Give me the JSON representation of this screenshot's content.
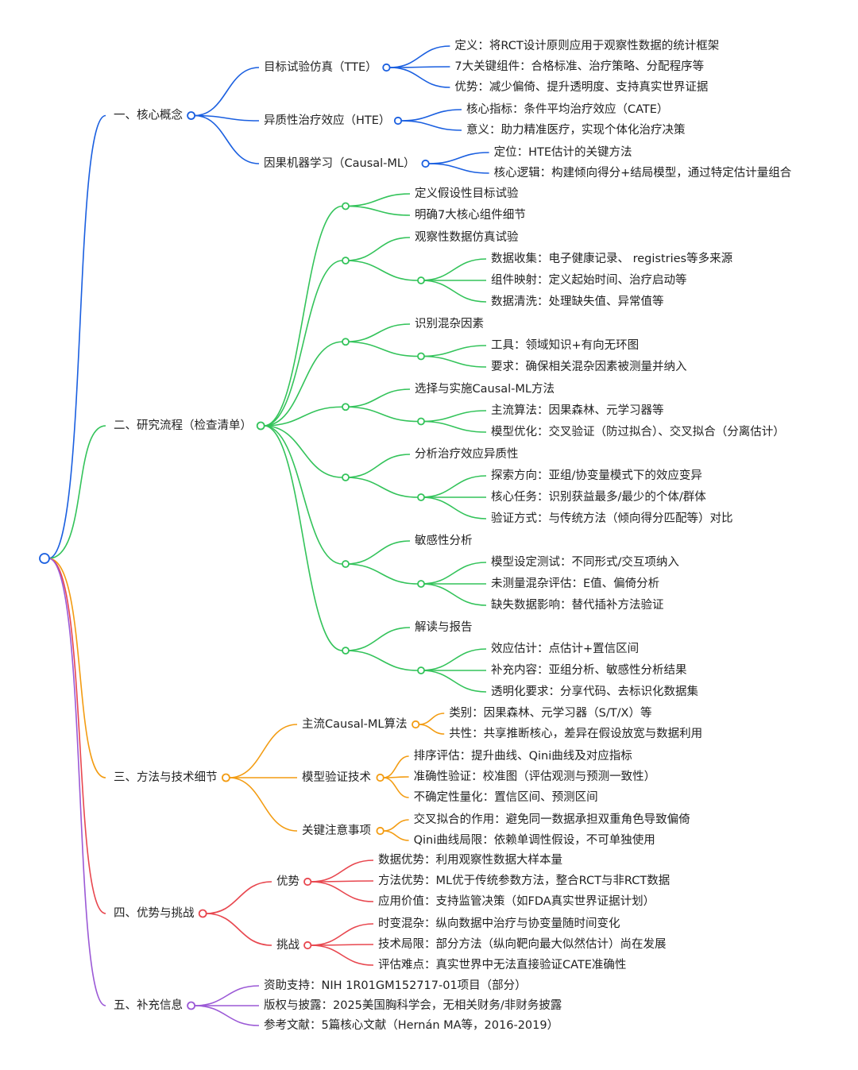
{
  "mindmap": {
    "branches": [
      {
        "label": "一、核心概念",
        "color": "#1a5fe0",
        "children": [
          {
            "label": "目标试验仿真（TTE）",
            "children": [
              {
                "label": "定义：将RCT设计原则应用于观察性数据的统计框架"
              },
              {
                "label": "7大关键组件：合格标准、治疗策略、分配程序等"
              },
              {
                "label": "优势：减少偏倚、提升透明度、支持真实世界证据"
              }
            ]
          },
          {
            "label": "异质性治疗效应（HTE）",
            "children": [
              {
                "label": "核心指标：条件平均治疗效应（CATE）"
              },
              {
                "label": "意义：助力精准医疗，实现个体化治疗决策"
              }
            ]
          },
          {
            "label": "因果机器学习（Causal-ML）",
            "children": [
              {
                "label": "定位：HTE估计的关键方法"
              },
              {
                "label": "核心逻辑：构建倾向得分+结局模型，通过特定估计量组合"
              }
            ]
          }
        ]
      },
      {
        "label": "二、研究流程（检查清单）",
        "color": "#33c35a",
        "children": [
          {
            "label": "",
            "children": [
              {
                "label": "定义假设性目标试验"
              },
              {
                "label": "明确7大核心组件细节"
              }
            ]
          },
          {
            "label": "",
            "children": [
              {
                "label": "观察性数据仿真试验"
              },
              {
                "label": "",
                "children": [
                  {
                    "label": "数据收集：电子健康记录、 registries等多来源"
                  },
                  {
                    "label": "组件映射：定义起始时间、治疗启动等"
                  },
                  {
                    "label": "数据清洗：处理缺失值、异常值等"
                  }
                ]
              }
            ]
          },
          {
            "label": "",
            "children": [
              {
                "label": "识别混杂因素"
              },
              {
                "label": "",
                "children": [
                  {
                    "label": "工具：领域知识+有向无环图"
                  },
                  {
                    "label": "要求：确保相关混杂因素被测量并纳入"
                  }
                ]
              }
            ]
          },
          {
            "label": "",
            "children": [
              {
                "label": "选择与实施Causal-ML方法"
              },
              {
                "label": "",
                "children": [
                  {
                    "label": "主流算法：因果森林、元学习器等"
                  },
                  {
                    "label": "模型优化：交叉验证（防过拟合）、交叉拟合（分离估计）"
                  }
                ]
              }
            ]
          },
          {
            "label": "",
            "children": [
              {
                "label": "分析治疗效应异质性"
              },
              {
                "label": "",
                "children": [
                  {
                    "label": "探索方向：亚组/协变量模式下的效应变异"
                  },
                  {
                    "label": "核心任务：识别获益最多/最少的个体/群体"
                  },
                  {
                    "label": "验证方式：与传统方法（倾向得分匹配等）对比"
                  }
                ]
              }
            ]
          },
          {
            "label": "",
            "children": [
              {
                "label": "敏感性分析"
              },
              {
                "label": "",
                "children": [
                  {
                    "label": "模型设定测试：不同形式/交互项纳入"
                  },
                  {
                    "label": "未测量混杂评估：E值、偏倚分析"
                  },
                  {
                    "label": "缺失数据影响：替代插补方法验证"
                  }
                ]
              }
            ]
          },
          {
            "label": "",
            "children": [
              {
                "label": "解读与报告"
              },
              {
                "label": "",
                "children": [
                  {
                    "label": "效应估计：点估计+置信区间"
                  },
                  {
                    "label": "补充内容：亚组分析、敏感性分析结果"
                  },
                  {
                    "label": "透明化要求：分享代码、去标识化数据集"
                  }
                ]
              }
            ]
          }
        ]
      },
      {
        "label": "三、方法与技术细节",
        "color": "#f39c12",
        "children": [
          {
            "label": "主流Causal-ML算法",
            "children": [
              {
                "label": "类别：因果森林、元学习器（S/T/X）等"
              },
              {
                "label": "共性：共享推断核心，差异在假设放宽与数据利用"
              }
            ]
          },
          {
            "label": "模型验证技术",
            "children": [
              {
                "label": "排序评估：提升曲线、Qini曲线及对应指标"
              },
              {
                "label": "准确性验证：校准图（评估观测与预测一致性）"
              },
              {
                "label": "不确定性量化：置信区间、预测区间"
              }
            ]
          },
          {
            "label": "关键注意事项",
            "children": [
              {
                "label": "交叉拟合的作用：避免同一数据承担双重角色导致偏倚"
              },
              {
                "label": "Qini曲线局限：依赖单调性假设，不可单独使用"
              }
            ]
          }
        ]
      },
      {
        "label": "四、优势与挑战",
        "color": "#e8474f",
        "children": [
          {
            "label": "优势",
            "children": [
              {
                "label": "数据优势：利用观察性数据大样本量"
              },
              {
                "label": "方法优势：ML优于传统参数方法，整合RCT与非RCT数据"
              },
              {
                "label": "应用价值：支持监管决策（如FDA真实世界证据计划）"
              }
            ]
          },
          {
            "label": "挑战",
            "children": [
              {
                "label": "时变混杂：纵向数据中治疗与协变量随时间变化"
              },
              {
                "label": "技术局限：部分方法（纵向靶向最大似然估计）尚在发展"
              },
              {
                "label": "评估难点：真实世界中无法直接验证CATE准确性"
              }
            ]
          }
        ]
      },
      {
        "label": "五、补充信息",
        "color": "#9b59d6",
        "children": [
          {
            "label": "资助支持：NIH 1R01GM152717-01项目（部分）"
          },
          {
            "label": "版权与披露：2025美国胸科学会，无相关财务/非财务披露"
          },
          {
            "label": "参考文献：5篇核心文献（Hernán MA等，2016-2019）"
          }
        ]
      }
    ]
  }
}
